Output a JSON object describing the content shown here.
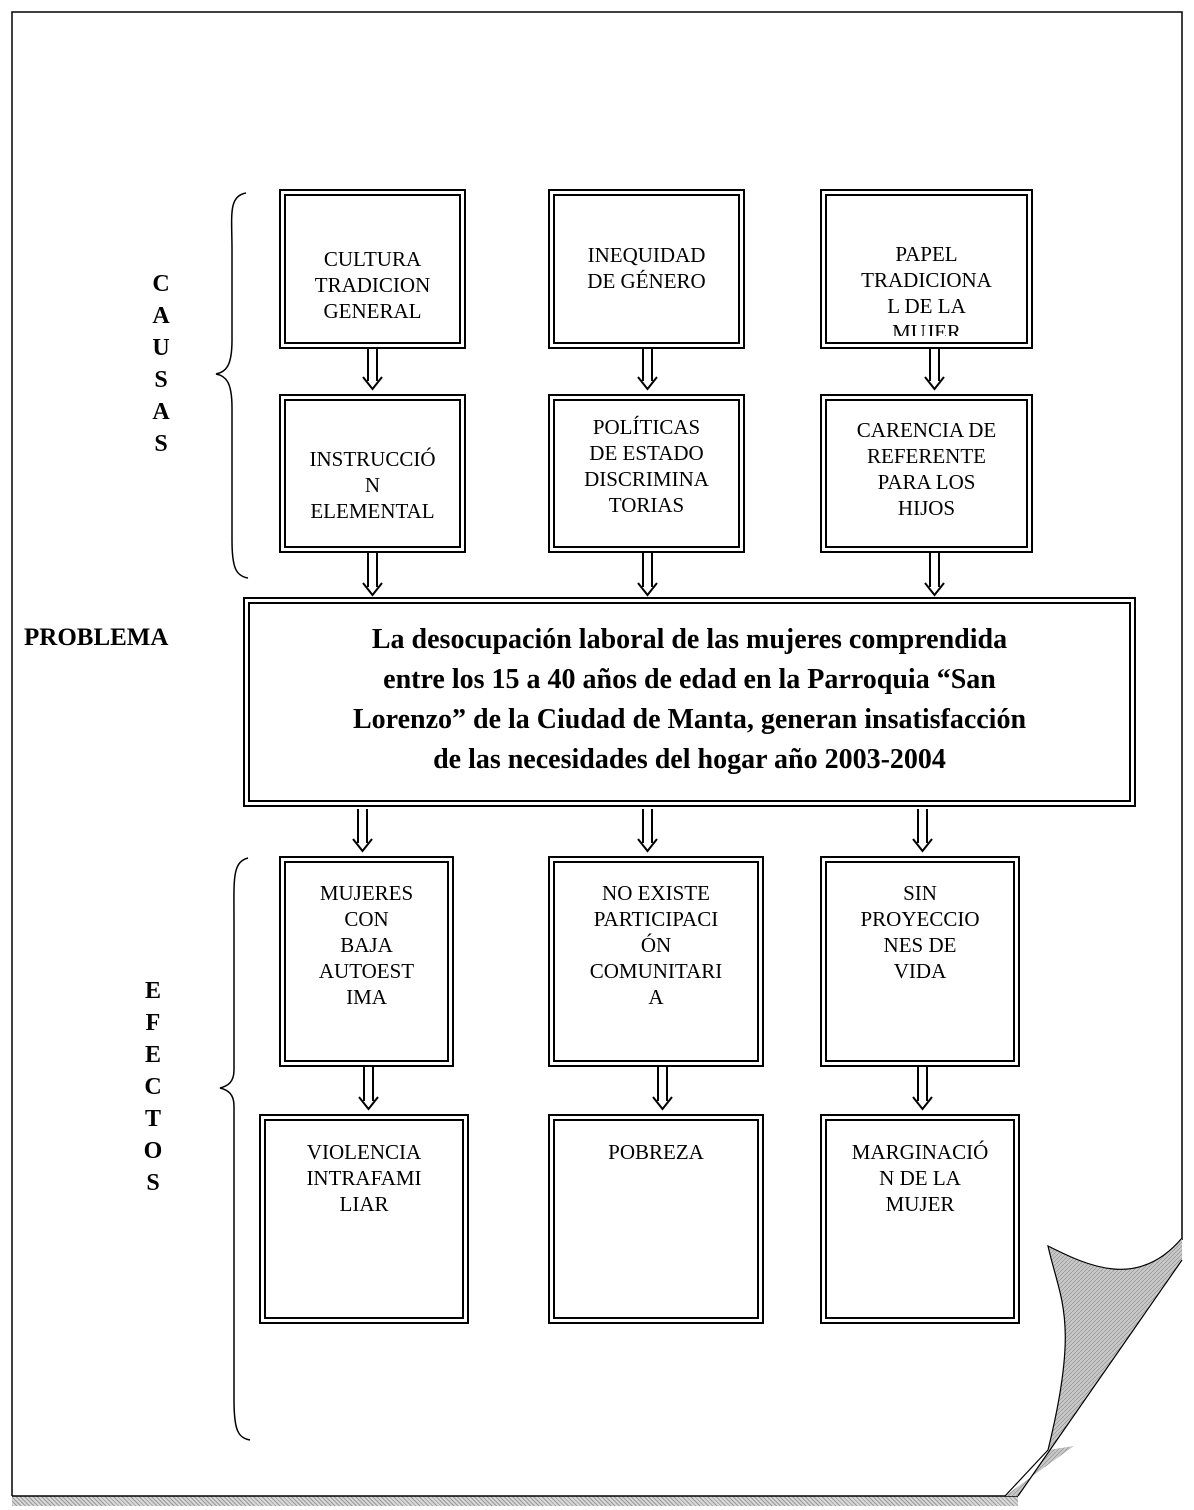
{
  "labels": {
    "causas": [
      "C",
      "A",
      "U",
      "S",
      "A",
      "S"
    ],
    "efectos": [
      "E",
      "F",
      "E",
      "C",
      "T",
      "O",
      "S"
    ],
    "problema": "PROBLEMA"
  },
  "causes": {
    "row1": [
      [
        "CULTURA",
        "TRADICION",
        "GENERAL"
      ],
      [
        "INEQUIDAD",
        "DE GÉNERO"
      ],
      [
        "PAPEL",
        "TRADICIONA",
        "L DE LA",
        "MUJER"
      ]
    ],
    "row2": [
      [
        "INSTRUCCIÓ",
        "N",
        "ELEMENTAL"
      ],
      [
        "POLÍTICAS",
        "DE ESTADO",
        "DISCRIMINA",
        "TORIAS"
      ],
      [
        "CARENCIA DE",
        "REFERENTE",
        "PARA LOS",
        "HIJOS"
      ]
    ]
  },
  "problem": {
    "lines": [
      "La desocupación laboral de las mujeres comprendida",
      "entre los 15 a 40 años de edad en la Parroquia “San",
      "Lorenzo” de la Ciudad de Manta, generan insatisfacción",
      "de las necesidades del hogar año 2003-2004"
    ]
  },
  "effects": {
    "row1": [
      [
        "MUJERES",
        "CON",
        "BAJA",
        "AUTOEST",
        "IMA"
      ],
      [
        "NO EXISTE",
        "PARTICIPACI",
        "ÓN",
        "COMUNITARI",
        "A"
      ],
      [
        "SIN",
        "PROYECCIO",
        "NES DE",
        "VIDA"
      ]
    ],
    "row2": [
      [
        "VIOLENCIA",
        "INTRAFAMI",
        "LIAR"
      ],
      [
        "POBREZA"
      ],
      [
        "MARGINACIÓ",
        "N DE LA",
        "MUJER"
      ]
    ]
  }
}
